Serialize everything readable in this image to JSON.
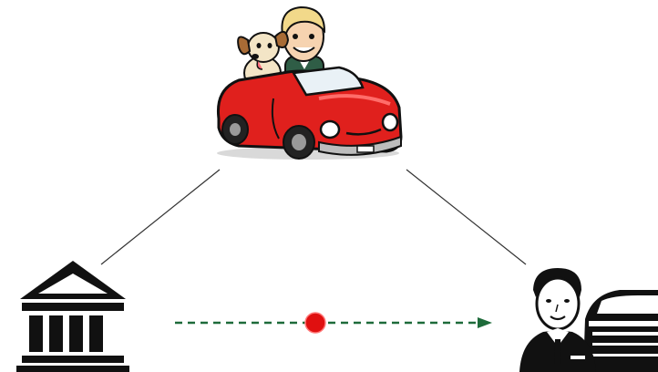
{
  "nodes": {
    "top": {
      "icon": "cartoon-driver-with-dog-in-red-convertible-icon"
    },
    "left": {
      "icon": "bank-building-icon"
    },
    "right": {
      "icon": "car-dealer-salesman-icon"
    }
  },
  "edges": [
    {
      "from": "left",
      "to": "top",
      "style": "solid",
      "color": "#333333"
    },
    {
      "from": "top",
      "to": "right",
      "style": "solid",
      "color": "#333333"
    },
    {
      "from": "left",
      "to": "right",
      "style": "dashed",
      "color": "#1e6b3a",
      "arrow": "end",
      "marker_color": "#e01010"
    }
  ],
  "colors": {
    "car_red": "#e0201d",
    "dark": "#111111",
    "skin": "#f6d3b0",
    "hair": "#f2d98a",
    "dog": "#f3e5c6",
    "dog_ear": "#a86b35",
    "shirt": "#2f5d46"
  }
}
